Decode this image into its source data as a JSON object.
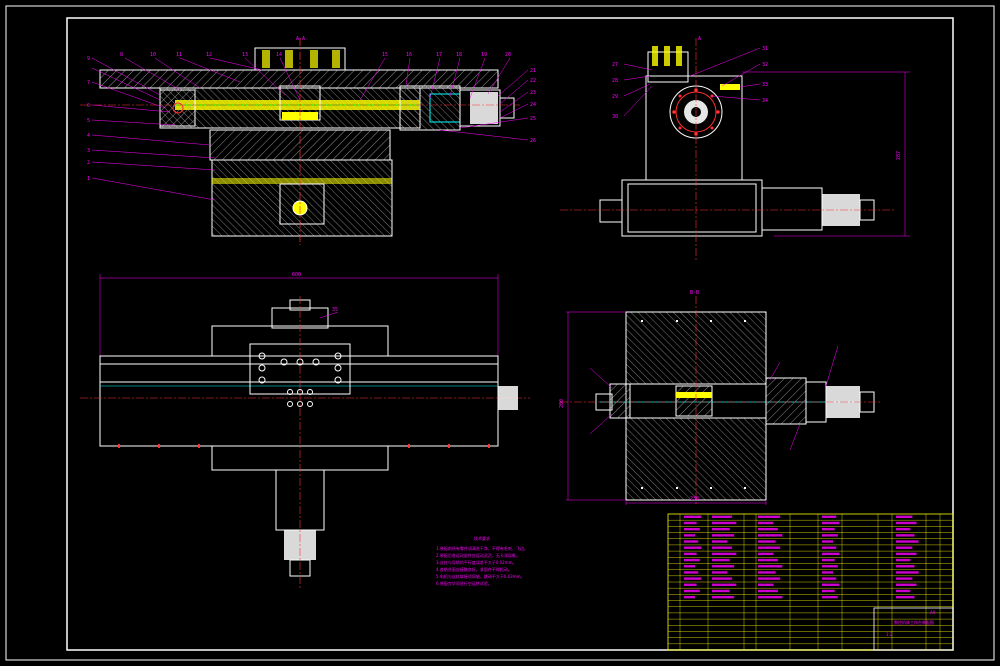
{
  "colors": {
    "background": "#000000",
    "frame": "#ffffff",
    "hatch": "#c8c8c8",
    "dimension": "#ff00ff",
    "centerline": "#ff3030",
    "part_yellow": "#ffff00",
    "part_cyan": "#00ffff",
    "part_green": "#00ff00",
    "part_blue": "#4060ff",
    "table": "#ffff00"
  },
  "views": {
    "front": {
      "section_label": "A-A"
    },
    "side": {
      "section_label": "A"
    },
    "bottom_right": {
      "section_label": "B-B"
    }
  },
  "balloons_front_top": [
    "8",
    "10",
    "11",
    "12",
    "13",
    "14",
    "15",
    "16",
    "17",
    "18",
    "19",
    "20"
  ],
  "balloons_front_left": [
    "9",
    "7",
    "6",
    "5",
    "4",
    "3",
    "2",
    "1"
  ],
  "balloons_front_right": [
    "21",
    "22",
    "23",
    "24",
    "25",
    "26"
  ],
  "balloons_side": [
    "27",
    "28",
    "29",
    "30",
    "31",
    "32",
    "33",
    "34"
  ],
  "balloons_plan": [
    "35"
  ],
  "dimensions": {
    "plan_width": "600",
    "side_height": "287",
    "bb_width": "238",
    "bb_height": "200"
  },
  "tech_requirements": {
    "title": "技术要求",
    "lines": [
      "1.装配前所有零件须清洗干净，不得有毛刺、飞边。",
      "2.装配后各运动部件应运动灵活，无卡滞现象。",
      "3.丝杠与导轨的平行度误差不大于0.02mm。",
      "4.各结合面应接触良好，紧固件不得松动。",
      "5.电机与丝杠联接须同轴，跳动不大于0.03mm。",
      "6.装配完毕须进行空运转试验。"
    ]
  },
  "title_block": {
    "drawing_title": "数控机床工作台装配图",
    "scale": "1:2",
    "sheet": "A0"
  }
}
